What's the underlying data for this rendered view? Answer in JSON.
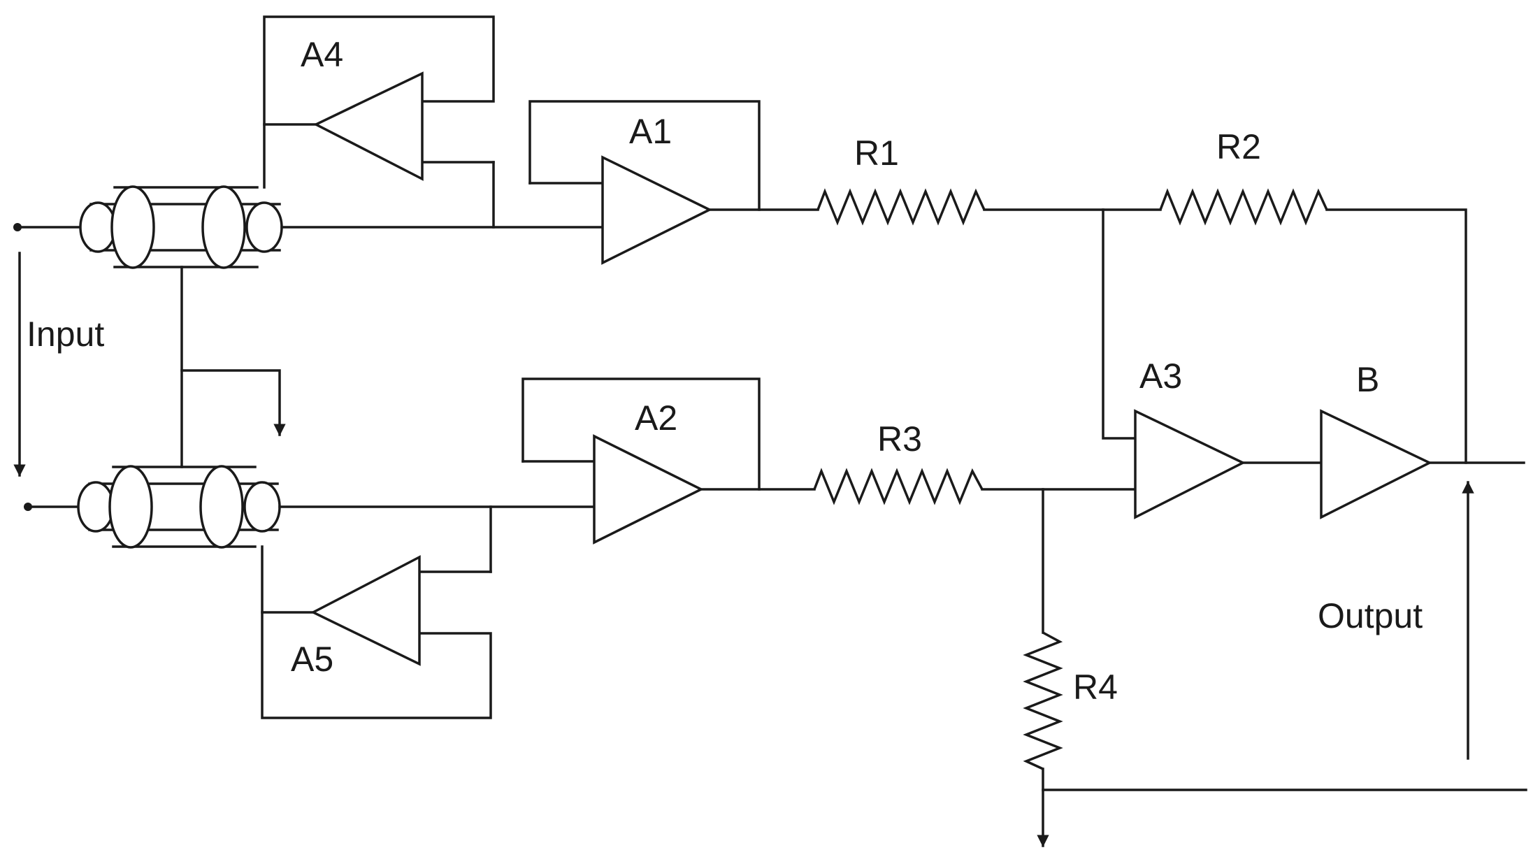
{
  "labels": {
    "input": "Input",
    "output": "Output",
    "a1": "A1",
    "a2": "A2",
    "a3": "A3",
    "a4": "A4",
    "a5": "A5",
    "b": "B",
    "r1": "R1",
    "r2": "R2",
    "r3": "R3",
    "r4": "R4"
  }
}
